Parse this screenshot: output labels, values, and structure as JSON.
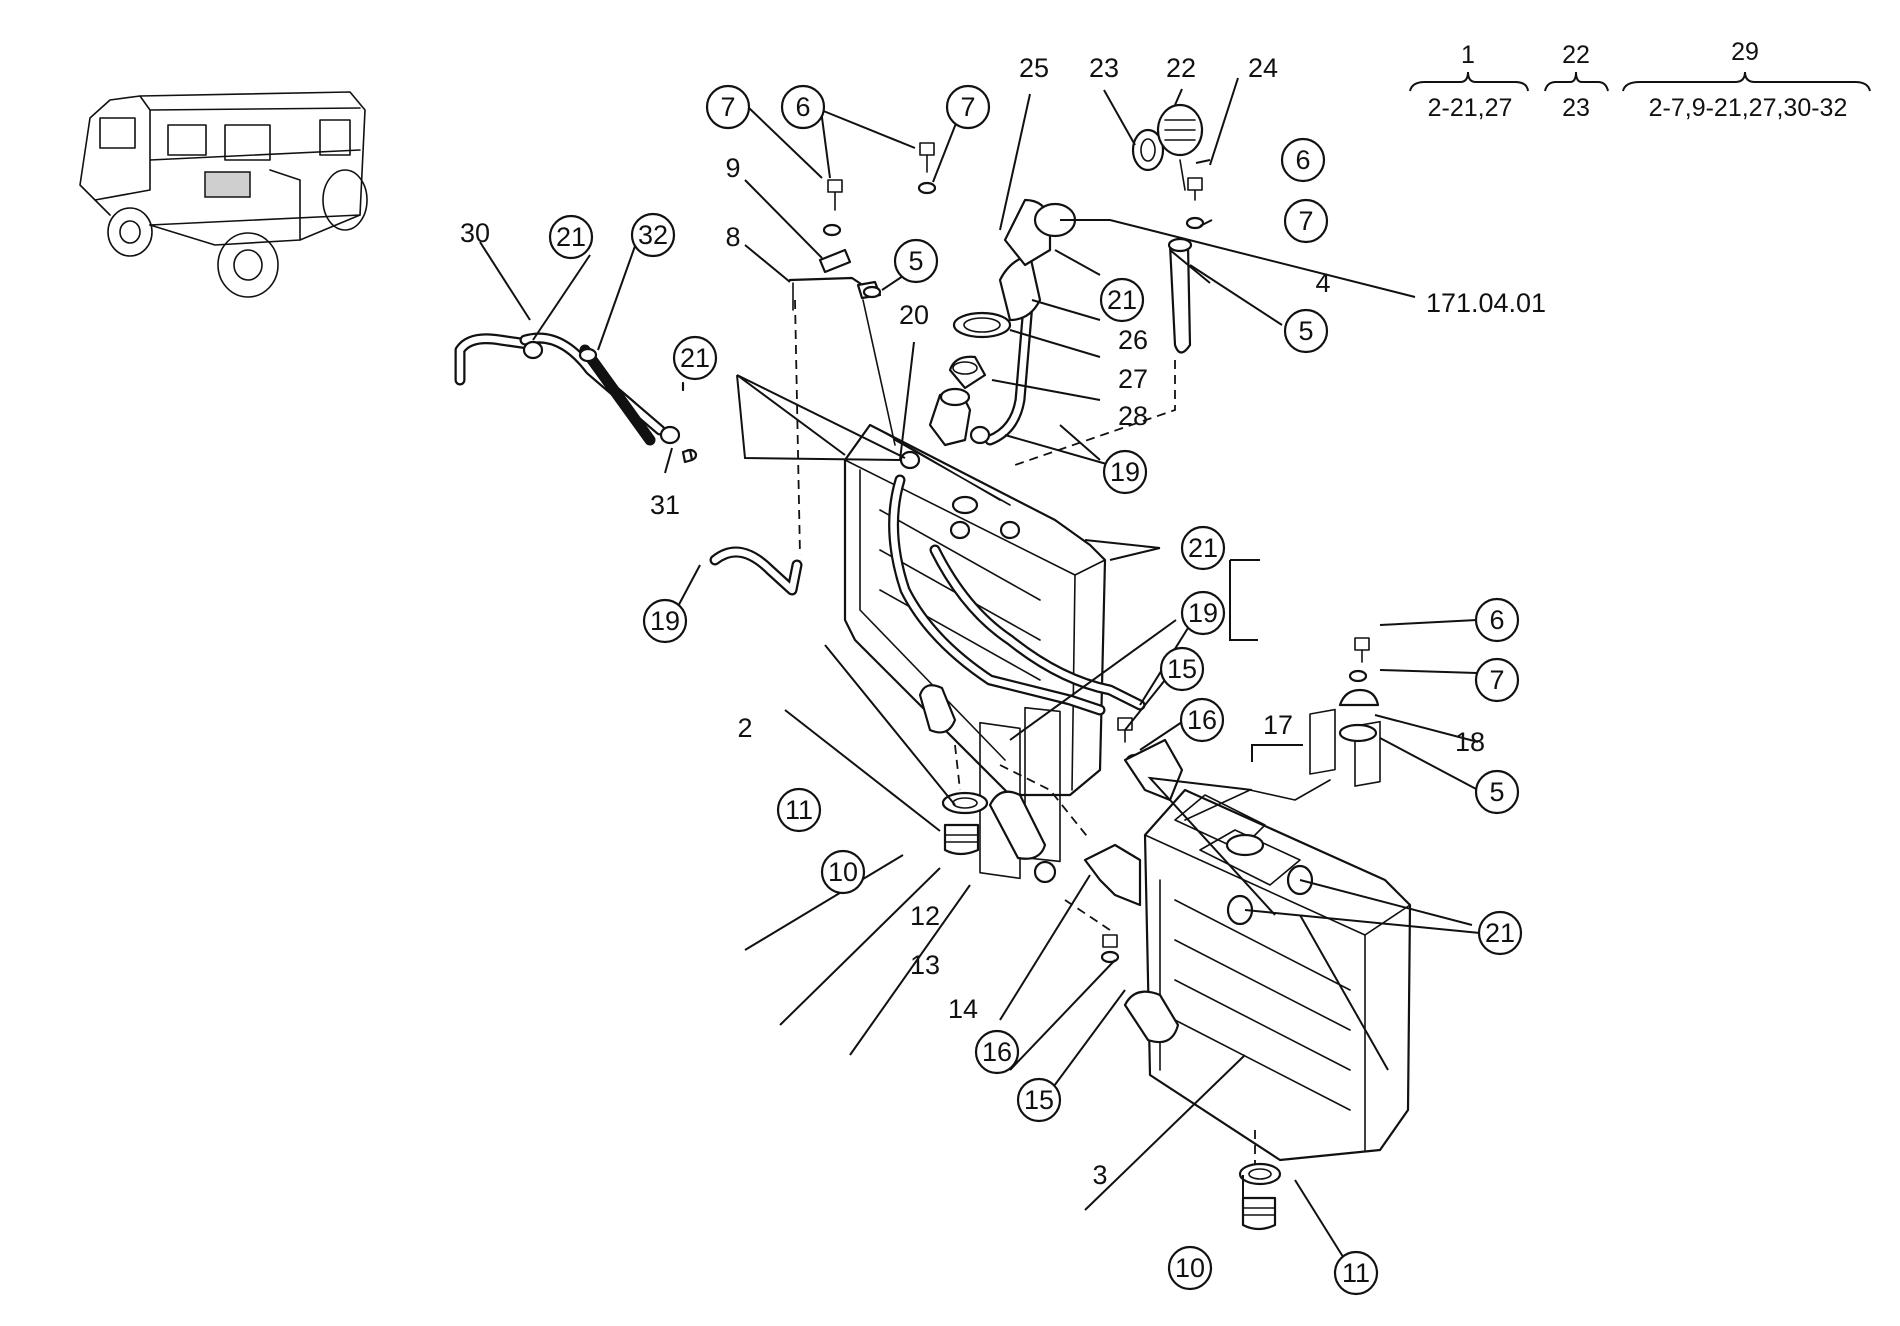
{
  "legend": [
    {
      "top": "1",
      "bottom": "2-21,27"
    },
    {
      "top": "22",
      "bottom": "23"
    },
    {
      "top": "29",
      "bottom": "2-7,9-21,27,30-32"
    }
  ],
  "circled_callouts": [
    "7",
    "6",
    "7",
    "21",
    "32",
    "5",
    "21",
    "19",
    "6",
    "7",
    "21",
    "5",
    "19",
    "21",
    "19",
    "15",
    "16",
    "6",
    "7",
    "5",
    "11",
    "10",
    "21",
    "16",
    "15",
    "10",
    "11"
  ],
  "plain_callouts": [
    "9",
    "8",
    "30",
    "20",
    "31",
    "25",
    "23",
    "22",
    "24",
    "4",
    "171.04.01",
    "26",
    "27",
    "28",
    "2",
    "17",
    "18",
    "12",
    "13",
    "14",
    "3"
  ]
}
